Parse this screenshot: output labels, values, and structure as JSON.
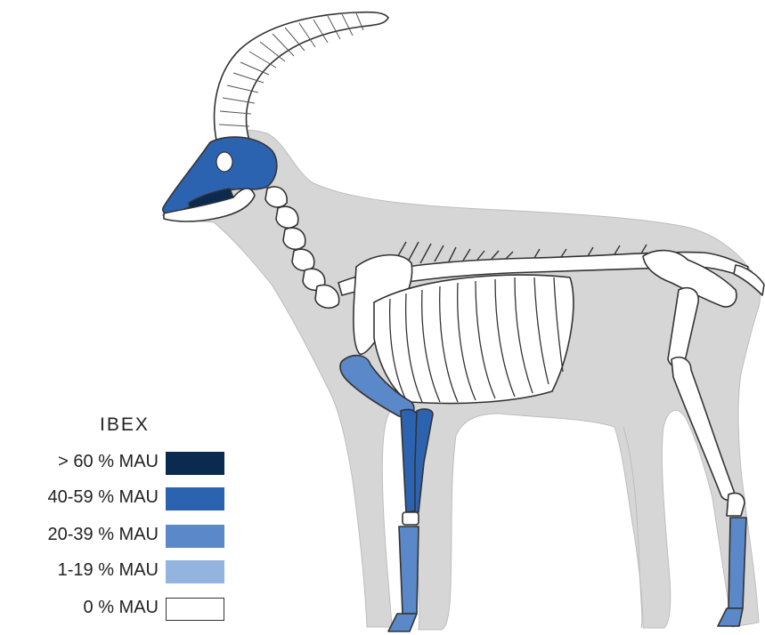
{
  "legend": {
    "title": "IBEX",
    "items": [
      {
        "label": "> 60 % MAU",
        "color": "#0a2a4f"
      },
      {
        "label": "40-59 % MAU",
        "color": "#2c63b0"
      },
      {
        "label": "20-39 % MAU",
        "color": "#5a88c8"
      },
      {
        "label": "1-19 % MAU",
        "color": "#93b4df"
      },
      {
        "label": "0 % MAU",
        "color": "#ffffff"
      }
    ]
  },
  "colors": {
    "body_silhouette": "#d6d6d6",
    "bone_unrepresented": "#ffffff",
    "outline": "#333333"
  }
}
